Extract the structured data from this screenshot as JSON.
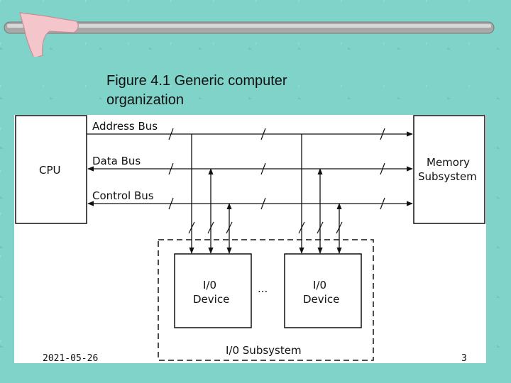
{
  "slide": {
    "title": "Figure 4.1  Generic computer\norganization",
    "footer_date": "2021-05-26",
    "page_number": "3"
  },
  "diagram": {
    "cpu_label": "CPU",
    "memory_label_line1": "Memory",
    "memory_label_line2": "Subsystem",
    "address_bus_label": "Address Bus",
    "data_bus_label": "Data Bus",
    "control_bus_label": "Control Bus",
    "io_device_line1": "I/0",
    "io_device_line2": "Device",
    "ellipsis": "...",
    "io_subsystem_label": "I/0 Subsystem"
  },
  "colors": {
    "background": "#7fd3c9",
    "bar": "#a8a8a8",
    "boomerang": "#f4c6cc",
    "ink": "#111111"
  }
}
